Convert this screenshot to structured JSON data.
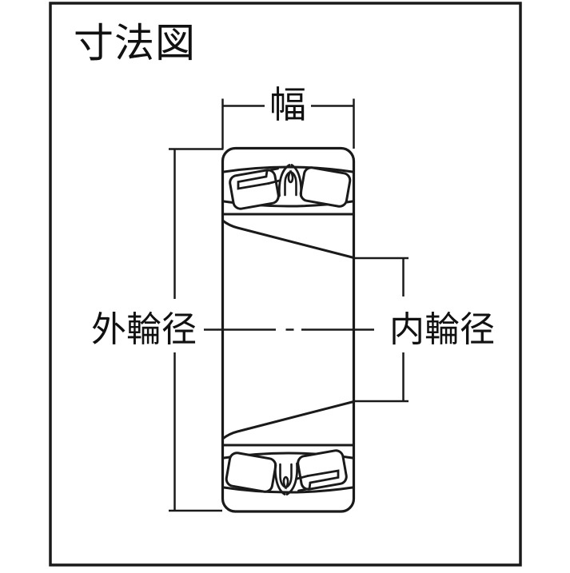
{
  "page": {
    "background_color": "#ffffff",
    "line_color": "#1a1a1a"
  },
  "diagram": {
    "title": "寸法図",
    "labels": {
      "width": "幅",
      "outer_ring_diameter": "外輪径",
      "inner_ring_diameter": "内輪径"
    }
  }
}
